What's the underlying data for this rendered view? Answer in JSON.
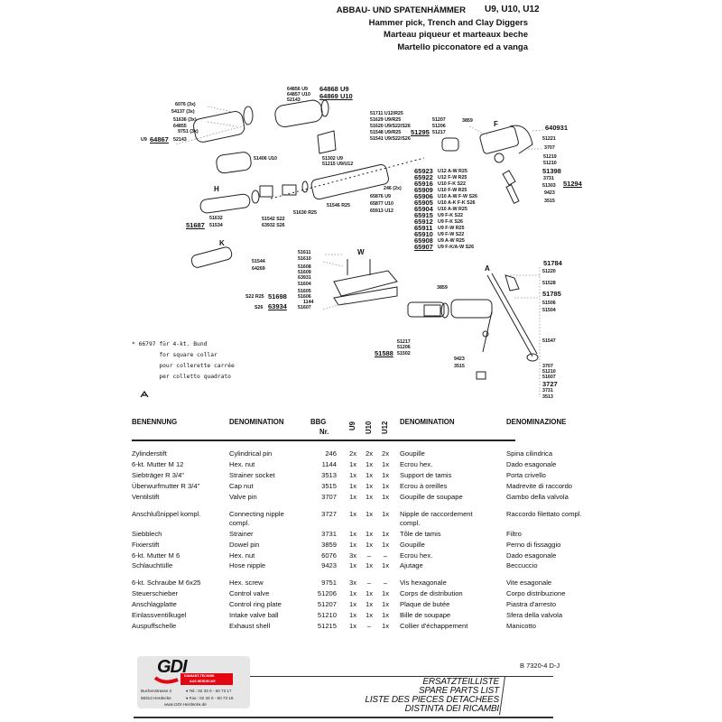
{
  "header": {
    "title_de": "ABBAU- UND SPATENHÄMMER",
    "models": "U9, U10, U12",
    "title_en": "Hammer pick, Trench and Clay Diggers",
    "title_fr": "Marteau piqueur et marteaux beche",
    "title_it": "Martello picconatore ed a vanga"
  },
  "diagram_labels": [
    "64856 U9",
    "64857 U10",
    "52143",
    "64868 U9",
    "64869 U10",
    "6076 (3x)",
    "54137 (3x)",
    "51636 (3x)",
    "64855",
    "9751 (3x)",
    "U9",
    "64867",
    "52143",
    "51406 U10",
    "51302 U9",
    "51215 U9/U12",
    "51711 U12/R25",
    "51629 U9/R25",
    "51620 U9/S22/S26",
    "51548 U9/R25",
    "51541 U9/S22/S26",
    "51207",
    "51206",
    "51295",
    "51217",
    "3859",
    "F",
    "640931",
    "51221",
    "3707",
    "51219",
    "51210",
    "51398",
    "3731",
    "51303",
    "51294",
    "9423",
    "3515",
    "65923",
    "65922",
    "65916",
    "65909",
    "65906",
    "65905",
    "65904",
    "65915",
    "65912",
    "65911",
    "65910",
    "65908",
    "65907",
    "246 (2x)",
    "65876 U9",
    "65877 U10",
    "65913 U12",
    "H",
    "51632",
    "51687",
    "51534",
    "51542 S22",
    "63932 S26",
    "51630 R25",
    "51546 R25",
    "K",
    "51544",
    "64269",
    "W",
    "51611",
    "51610",
    "51608",
    "51609",
    "63931",
    "51604",
    "51605",
    "51606",
    "1144",
    "51607",
    "S22 R25",
    "51698",
    "S26",
    "63934",
    "A",
    "51784",
    "51220",
    "51528",
    "51785",
    "51506",
    "51504",
    "51547",
    "3859",
    "51217",
    "51206",
    "51588",
    "51502",
    "9423",
    "3515",
    "3707",
    "51210",
    "51607",
    "3727",
    "3731",
    "3513"
  ],
  "diagram_suffixes": [
    "U12 A-W R25",
    "U12 F-W R25",
    "U10 F-K S22",
    "U10 F-W R25",
    "U10 A-W F-W S26",
    "U10 A-K F-K S26",
    "U10 A-W R25",
    "U9 F-K S22",
    "U9 F-K S26",
    "U9 F-W R25",
    "U9 F-W S22",
    "U9 A-W R25",
    "U9 F-K/A-W S26"
  ],
  "note": "* 66797 für 4-kt. Bund\n        for square collar\n        pour collerette carrée\n        per colletto quadrato",
  "table": {
    "headers": {
      "de": "BENENNUNG",
      "en": "DENOMINATION",
      "bbg": "BBG",
      "bbg_sub": "Nr.",
      "u9": "U9",
      "u10": "U10",
      "u12": "U12",
      "fr": "DENOMINATION",
      "it": "DENOMINAZIONE"
    },
    "rows": [
      {
        "de": "Zylinderstift",
        "en": "Cylindrical pin",
        "nr": "246",
        "u9": "2x",
        "u10": "2x",
        "u12": "2x",
        "fr": "Goupille",
        "it": "Spina cilindrica"
      },
      {
        "de": "6-kt. Mutter M 12",
        "en": "Hex. nut",
        "nr": "1144",
        "u9": "1x",
        "u10": "1x",
        "u12": "1x",
        "fr": "Ecrou hex.",
        "it": "Dado esagonale"
      },
      {
        "de": "Siebträger R 3/4\"",
        "en": "Strainer socket",
        "nr": "3513",
        "u9": "1x",
        "u10": "1x",
        "u12": "1x",
        "fr": "Support de tamis",
        "it": "Porta crivello"
      },
      {
        "de": "Überwurfmutter R 3/4\"",
        "en": "Cap nut",
        "nr": "3515",
        "u9": "1x",
        "u10": "1x",
        "u12": "1x",
        "fr": "Ecrou à oreilles",
        "it": "Madrevite di raccordo"
      },
      {
        "de": "Ventilstift",
        "en": "Valve pin",
        "nr": "3707",
        "u9": "1x",
        "u10": "1x",
        "u12": "1x",
        "fr": "Goupille de soupape",
        "it": "Gambo della valvola"
      },
      {
        "de": "Anschlußnippel kompl.",
        "en": "Connecting nipple",
        "en2": "compl.",
        "nr": "3727",
        "u9": "1x",
        "u10": "1x",
        "u12": "1x",
        "fr": "Nipple de raccordement",
        "fr2": "compl.",
        "it": "Raccordo filettato compl."
      },
      {
        "de": "Siebblech",
        "en": "Strainer",
        "nr": "3731",
        "u9": "1x",
        "u10": "1x",
        "u12": "1x",
        "fr": "Tôle de tamis",
        "it": "Filtro"
      },
      {
        "de": "Fixierstift",
        "en": "Dowel pin",
        "nr": "3859",
        "u9": "1x",
        "u10": "1x",
        "u12": "1x",
        "fr": "Goupille",
        "it": "Perno di fissaggio"
      },
      {
        "de": "6-kt. Mutter M 6",
        "en": "Hex. nut",
        "nr": "6076",
        "u9": "3x",
        "u10": "–",
        "u12": "–",
        "fr": "Ecrou hex.",
        "it": "Dado esagonale"
      },
      {
        "de": "Schlauchtülle",
        "en": "Hose nipple",
        "nr": "9423",
        "u9": "1x",
        "u10": "1x",
        "u12": "1x",
        "fr": "Ajutage",
        "it": "Beccuccio"
      },
      {
        "de": "6-kt. Schraube M 6x25",
        "en": "Hex. screw",
        "nr": "9751",
        "u9": "3x",
        "u10": "–",
        "u12": "–",
        "fr": "Vis hexagonale",
        "it": "Vite esagonale"
      },
      {
        "de": "Steuerschieber",
        "en": "Control valve",
        "nr": "51206",
        "u9": "1x",
        "u10": "1x",
        "u12": "1x",
        "fr": "Corps de distribution",
        "it": "Corpo distribuzione"
      },
      {
        "de": "Anschlagplatte",
        "en": "Control ring plate",
        "nr": "51207",
        "u9": "1x",
        "u10": "1x",
        "u12": "1x",
        "fr": "Plaque de butée",
        "it": "Piastra d'arresto"
      },
      {
        "de": "Einlassventilkugel",
        "en": "Intake valve ball",
        "nr": "51210",
        "u9": "1x",
        "u10": "1x",
        "u12": "1x",
        "fr": "Bille de soupape",
        "it": "Sfera della valvola"
      },
      {
        "de": "Auspuffschelle",
        "en": "Exhaust shell",
        "nr": "51215",
        "u9": "1x",
        "u10": "–",
        "u12": "1x",
        "fr": "Collier d'échappement",
        "it": "Manicotto"
      }
    ]
  },
  "footer": {
    "logo_text": "GDI",
    "logo_tagline1": "DIAMANT-TECHNIK",
    "logo_tagline2": "AUS HERDECKE",
    "street": "Buchenstrasse 2",
    "city": "58313 Herdecke",
    "tel": "♦ Tel.: 02 33 0 - 60 73 17",
    "fax": "♦ Fax.: 02 33 0 - 60 73 18",
    "web": "www.GDI-Herdecke.de",
    "title_de": "ERSATZTEILLISTE",
    "title_en": "SPARE PARTS LIST",
    "title_fr": "LISTE DES PIECES DETACHEES",
    "title_it": "DISTINTA DEI RICAMBI",
    "doc_number": "B 7320-4 D-J"
  },
  "colors": {
    "logo_red": "#e30613",
    "ink": "#111111",
    "logo_bg": "#e6e6e6"
  }
}
